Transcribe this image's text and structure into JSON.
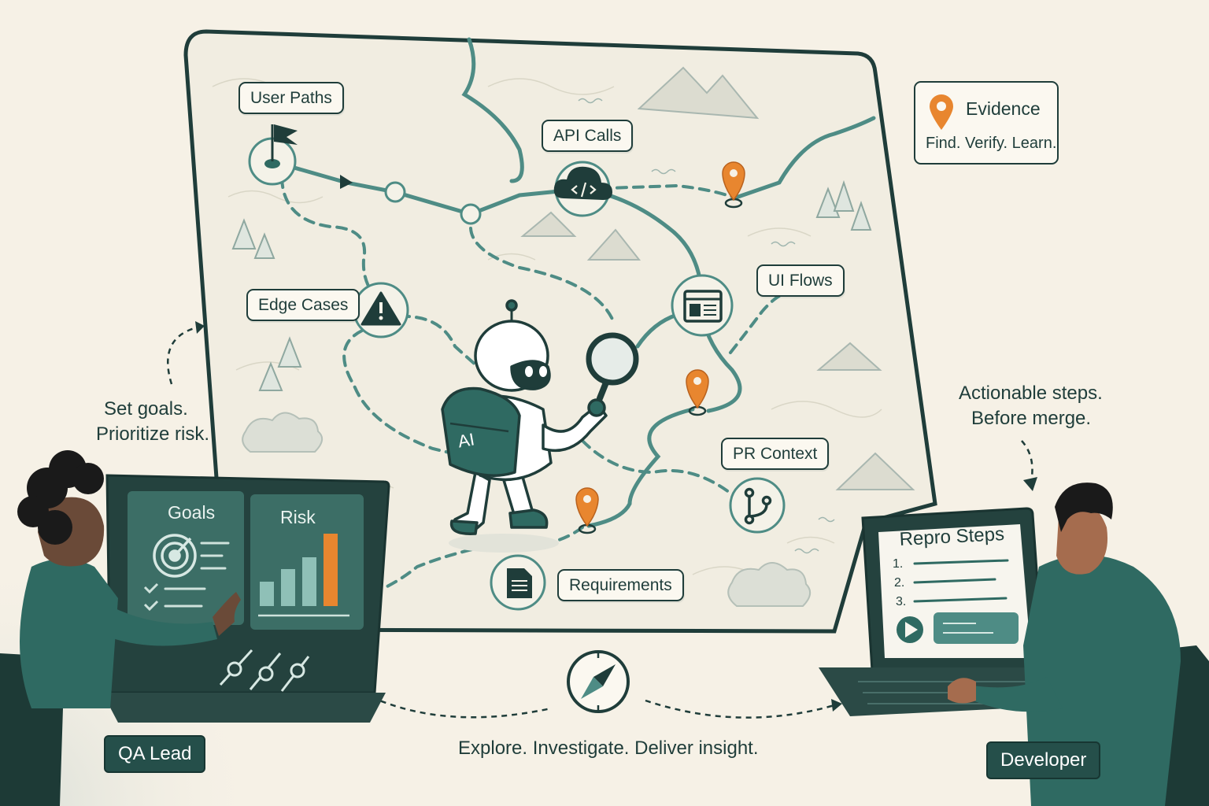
{
  "colors": {
    "primary": "#1f3d3a",
    "accent": "#e8862f",
    "teal": "#4e8c85",
    "paper": "#f6f1e6"
  },
  "map": {
    "labels": {
      "user_paths": "User Paths",
      "api_calls": "API Calls",
      "edge_cases": "Edge Cases",
      "ui_flows": "UI Flows",
      "pr_context": "PR Context",
      "requirements": "Requirements"
    },
    "icons": [
      "flag-icon",
      "code-cloud-icon",
      "warning-icon",
      "browser-window-icon",
      "git-branch-icon",
      "document-icon",
      "location-pin-icon"
    ],
    "robot": {
      "backpack_label": "AI"
    }
  },
  "evidence": {
    "title": "Evidence",
    "subtitle": "Find. Verify. Learn."
  },
  "qa": {
    "caption": [
      "Set goals.",
      "Prioritize risk."
    ],
    "panel_goals": "Goals",
    "panel_risk": "Risk",
    "risk_levels": [
      0.3,
      0.45,
      0.6,
      0.88
    ],
    "badge": "QA Lead"
  },
  "developer": {
    "caption": [
      "Actionable steps.",
      "Before merge."
    ],
    "screen_title": "Repro Steps",
    "steps": [
      "1.",
      "2.",
      "3."
    ],
    "badge": "Developer"
  },
  "footer": {
    "tagline": "Explore. Investigate. Deliver insight."
  }
}
